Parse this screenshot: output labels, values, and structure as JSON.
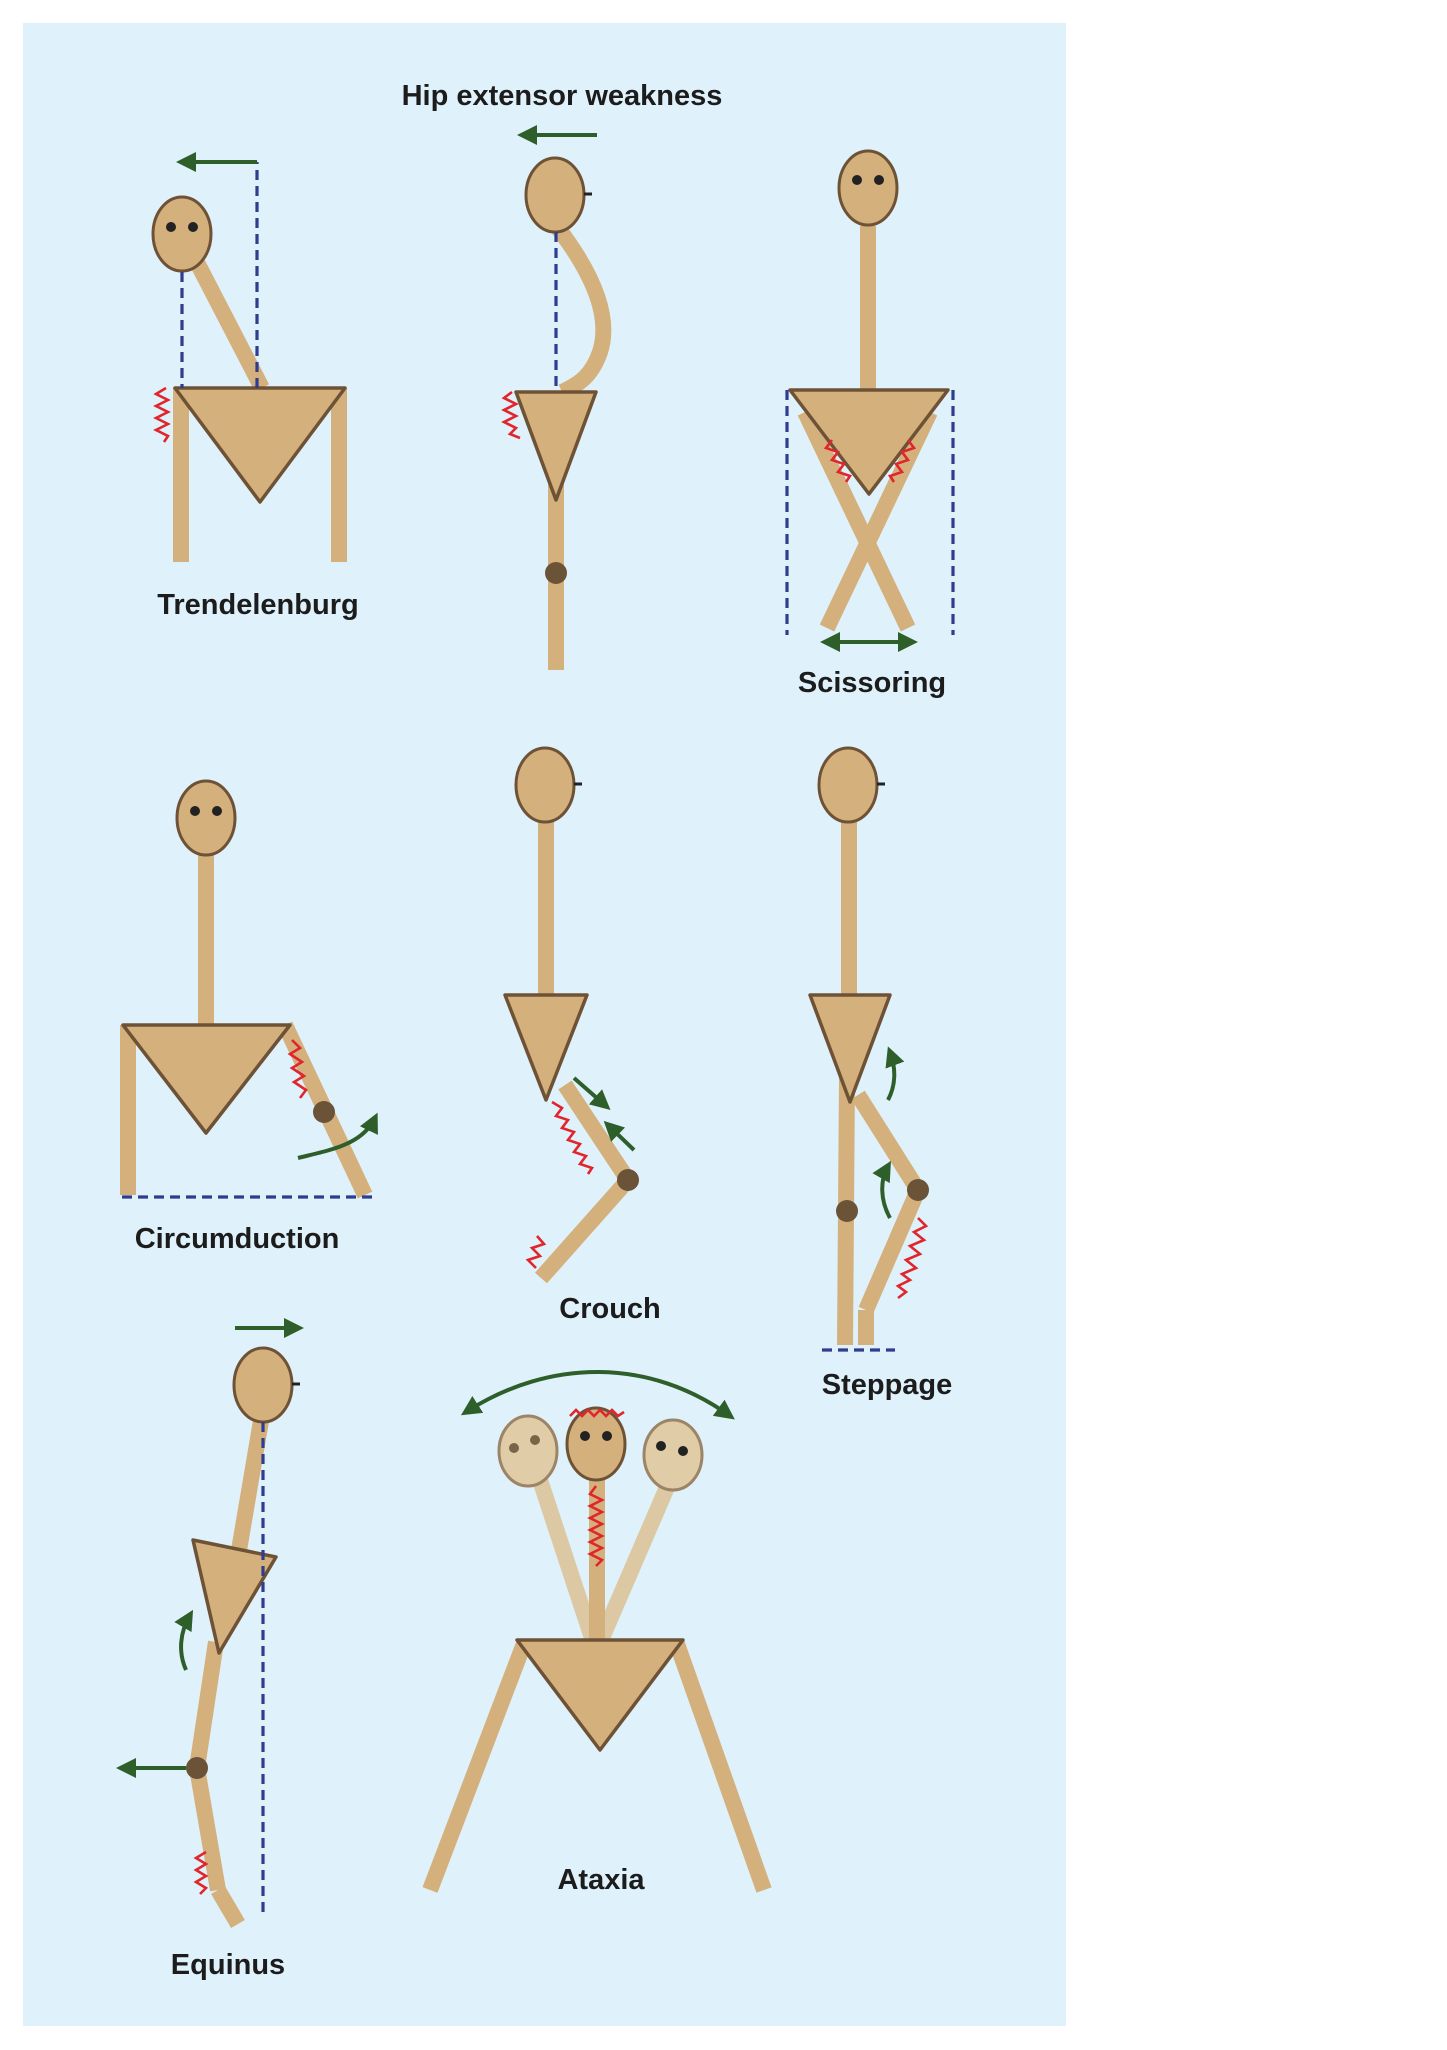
{
  "labels": {
    "hip_extensor": "Hip extensor weakness",
    "trendelenburg": "Trendelenburg",
    "scissoring": "Scissoring",
    "circumduction": "Circumduction",
    "crouch": "Crouch",
    "steppage": "Steppage",
    "equinus": "Equinus",
    "ataxia": "Ataxia"
  },
  "colors": {
    "background": "#dff1fb",
    "skin": "#d4b07d",
    "outline": "#6e5236",
    "joint": "#6b5338",
    "reference_line": "#2e3d8f",
    "spasm": "#e0262c",
    "arrow": "#2e5f2a"
  }
}
